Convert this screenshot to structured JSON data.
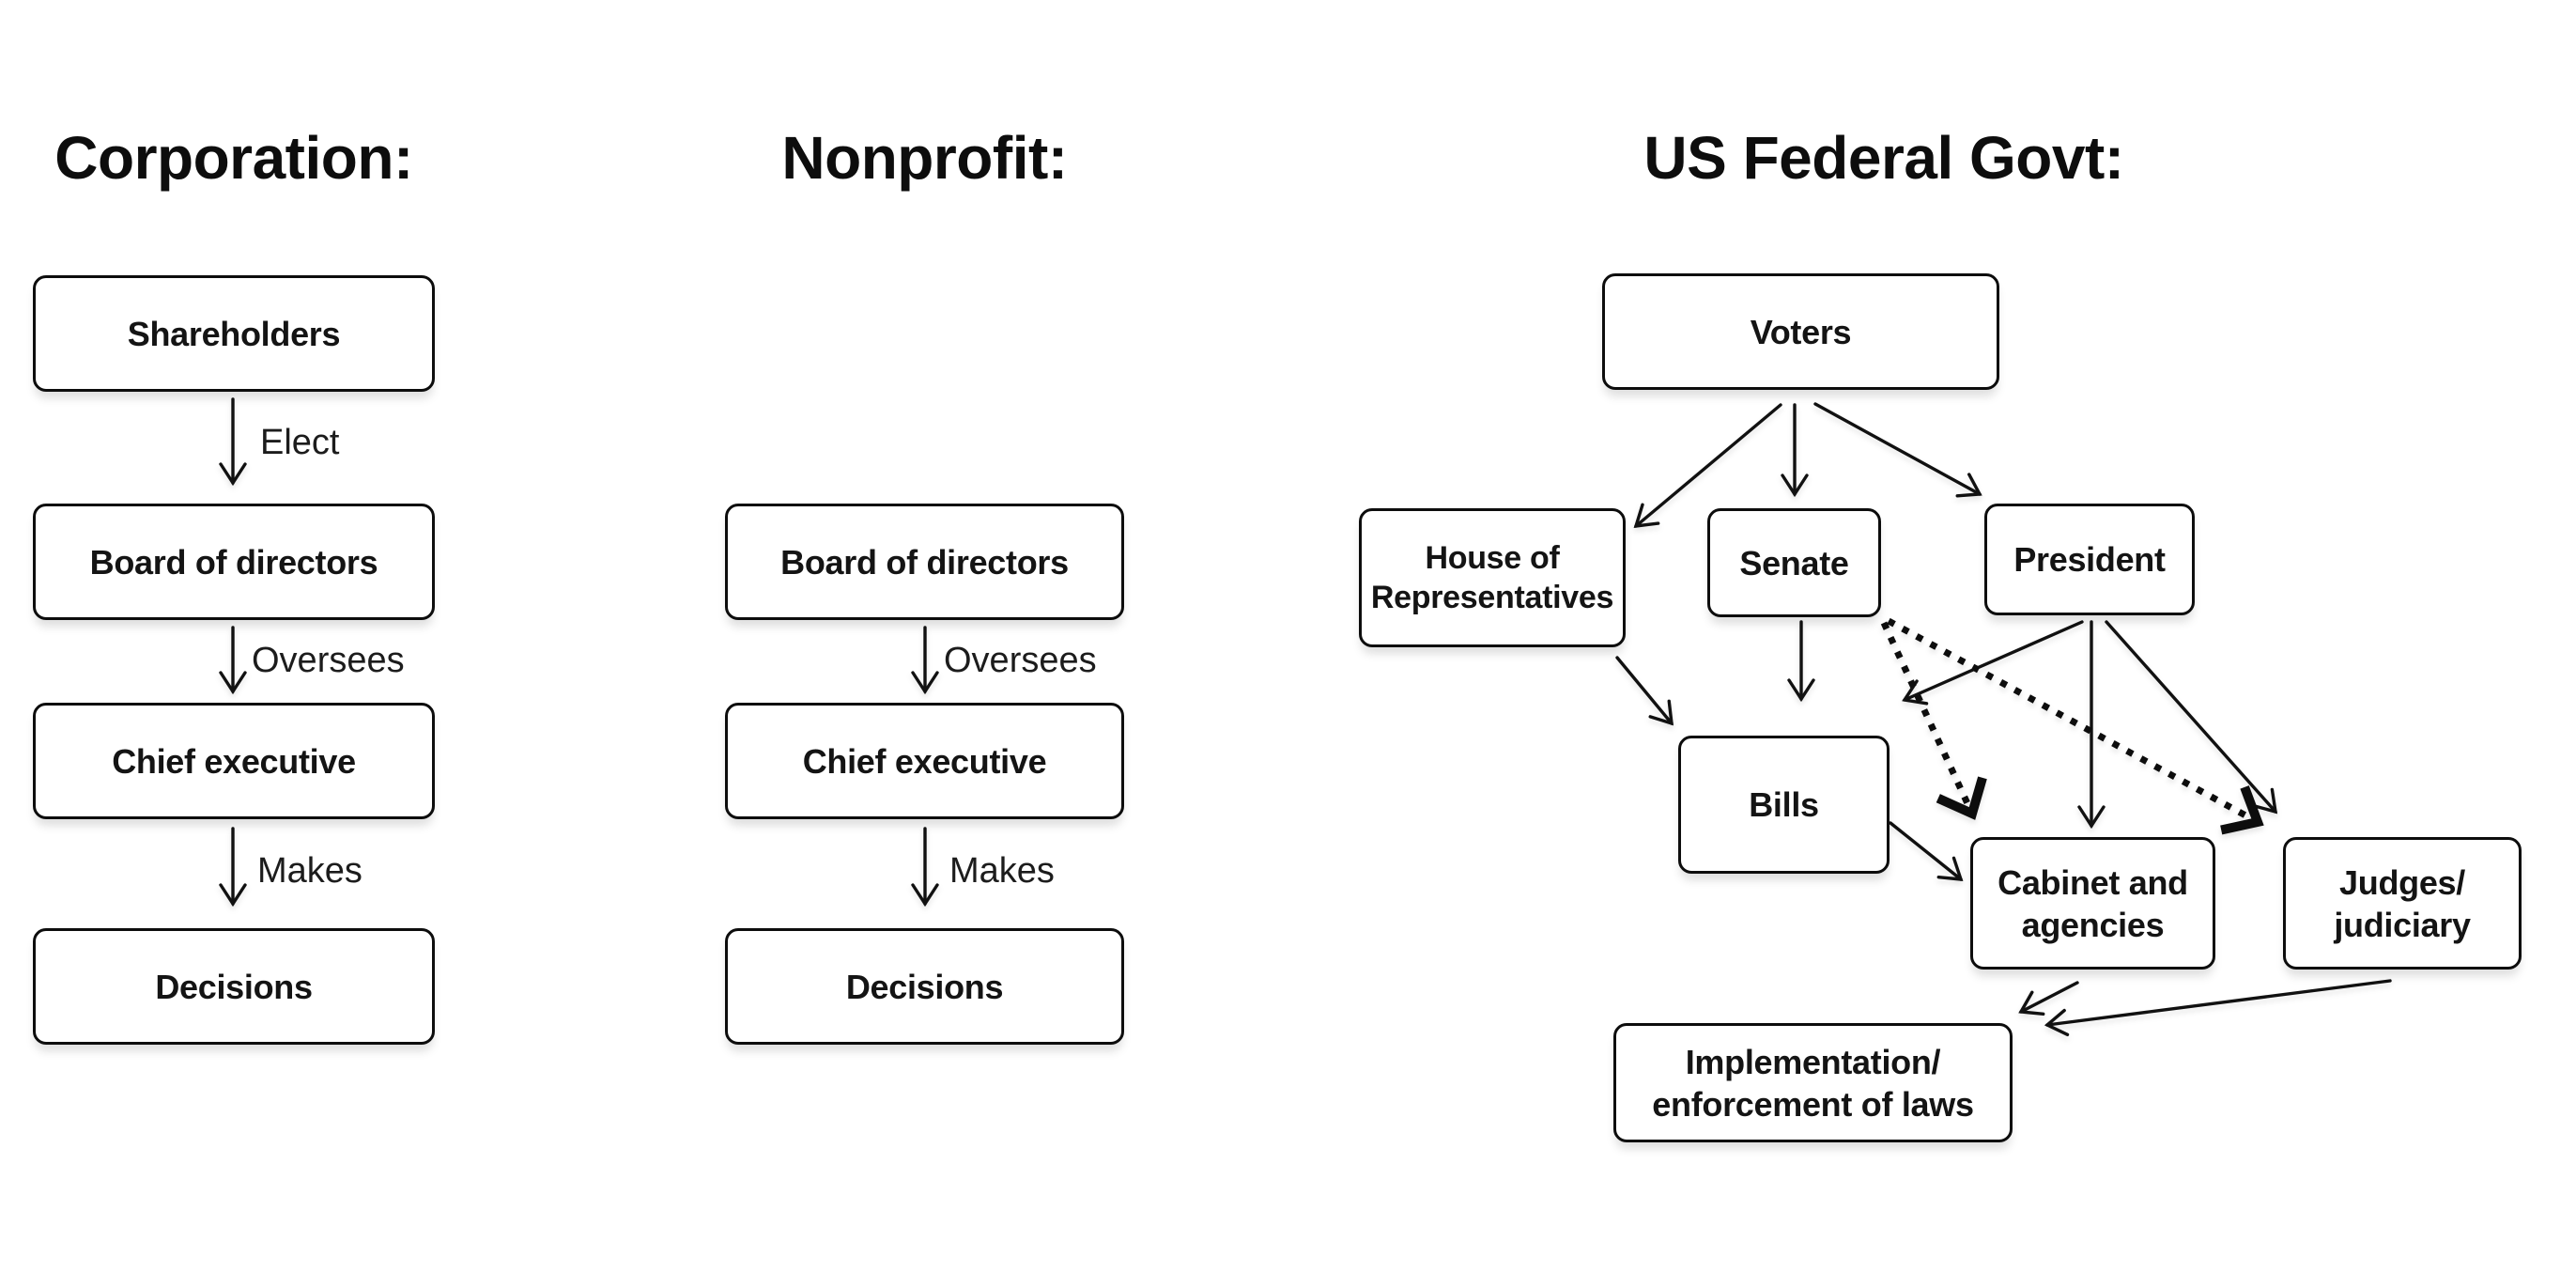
{
  "colors": {
    "background": "#ffffff",
    "ink": "#111111",
    "box_border": "#0d0d0d",
    "box_fill": "#ffffff"
  },
  "corporation": {
    "title": "Corporation:",
    "boxes": {
      "shareholders": "Shareholders",
      "board": "Board of directors",
      "chief": "Chief executive",
      "decisions": "Decisions"
    },
    "edge_labels": {
      "elect": "Elect",
      "oversees": "Oversees",
      "makes": "Makes"
    }
  },
  "nonprofit": {
    "title": "Nonprofit:",
    "boxes": {
      "board": "Board of directors",
      "chief": "Chief executive",
      "decisions": "Decisions"
    },
    "edge_labels": {
      "oversees": "Oversees",
      "makes": "Makes"
    }
  },
  "federal": {
    "title": "US Federal Govt:",
    "boxes": {
      "voters": "Voters",
      "house": "House of\nRepresentatives",
      "senate": "Senate",
      "president": "President",
      "bills": "Bills",
      "cabinet": "Cabinet and\nagencies",
      "judges": "Judges/\njudiciary",
      "implementation": "Implementation/\nenforcement of laws"
    }
  },
  "edges": {
    "corporation": [
      {
        "from": "Shareholders",
        "to": "Board of directors",
        "label": "Elect",
        "style": "solid"
      },
      {
        "from": "Board of directors",
        "to": "Chief executive",
        "label": "Oversees",
        "style": "solid"
      },
      {
        "from": "Chief executive",
        "to": "Decisions",
        "label": "Makes",
        "style": "solid"
      }
    ],
    "nonprofit": [
      {
        "from": "Board of directors",
        "to": "Chief executive",
        "label": "Oversees",
        "style": "solid"
      },
      {
        "from": "Chief executive",
        "to": "Decisions",
        "label": "Makes",
        "style": "solid"
      }
    ],
    "federal": [
      {
        "from": "Voters",
        "to": "House of Representatives",
        "style": "solid"
      },
      {
        "from": "Voters",
        "to": "Senate",
        "style": "solid"
      },
      {
        "from": "Voters",
        "to": "President",
        "style": "solid"
      },
      {
        "from": "House of Representatives",
        "to": "Bills",
        "style": "solid"
      },
      {
        "from": "Senate",
        "to": "Bills",
        "style": "solid"
      },
      {
        "from": "President",
        "to": "Bills",
        "style": "solid"
      },
      {
        "from": "President",
        "to": "Cabinet and agencies",
        "style": "solid"
      },
      {
        "from": "President",
        "to": "Judges/judiciary",
        "style": "solid"
      },
      {
        "from": "Senate",
        "to": "Cabinet and agencies",
        "style": "dotted"
      },
      {
        "from": "Senate",
        "to": "Judges/judiciary",
        "style": "dotted"
      },
      {
        "from": "Bills",
        "to": "Cabinet and agencies",
        "style": "solid"
      },
      {
        "from": "Cabinet and agencies",
        "to": "Implementation/enforcement of laws",
        "style": "solid"
      },
      {
        "from": "Judges/judiciary",
        "to": "Implementation/enforcement of laws",
        "style": "solid"
      }
    ]
  }
}
